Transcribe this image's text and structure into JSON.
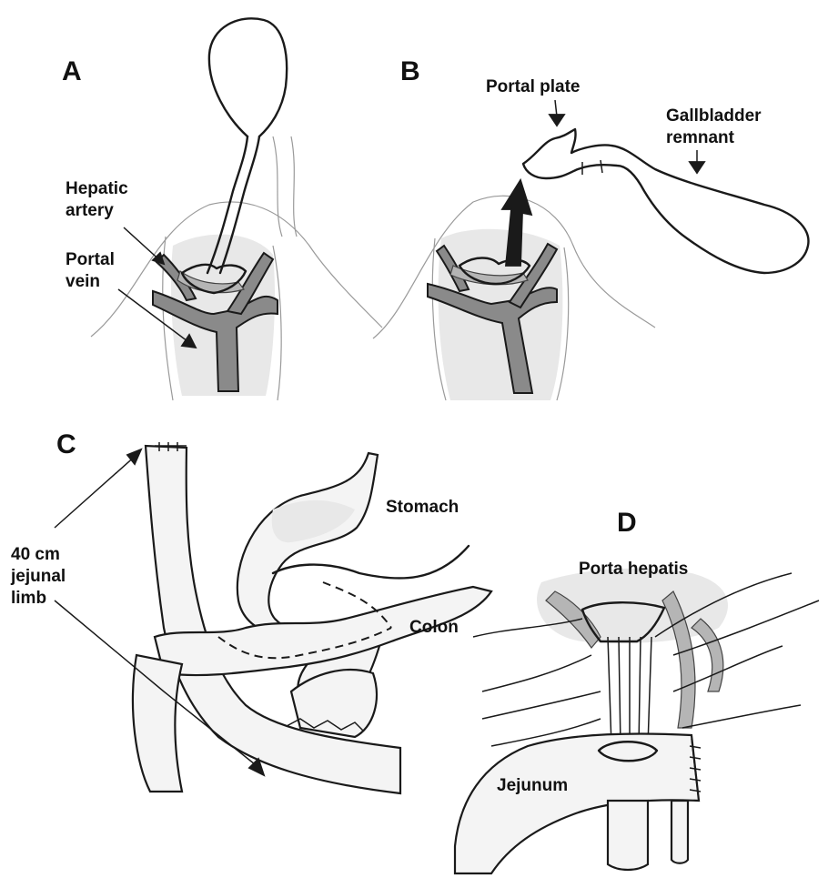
{
  "panels": {
    "a": {
      "letter": "A",
      "labels": {
        "hepatic_artery": "Hepatic\nartery",
        "portal_vein": "Portal\nvein"
      }
    },
    "b": {
      "letter": "B",
      "labels": {
        "portal_plate": "Portal plate",
        "gallbladder_remnant": "Gallbladder\nremnant"
      }
    },
    "c": {
      "letter": "C",
      "labels": {
        "stomach": "Stomach",
        "jejunal_limb": "40 cm\njejunal\nlimb",
        "colon": "Colon"
      }
    },
    "d": {
      "letter": "D",
      "labels": {
        "porta_hepatis": "Porta hepatis",
        "jejunum": "Jejunum"
      }
    }
  },
  "colors": {
    "ink": "#1a1a1a",
    "vessel": "#8a8a8a",
    "shading": "#e8e8e8",
    "background": "#ffffff"
  }
}
